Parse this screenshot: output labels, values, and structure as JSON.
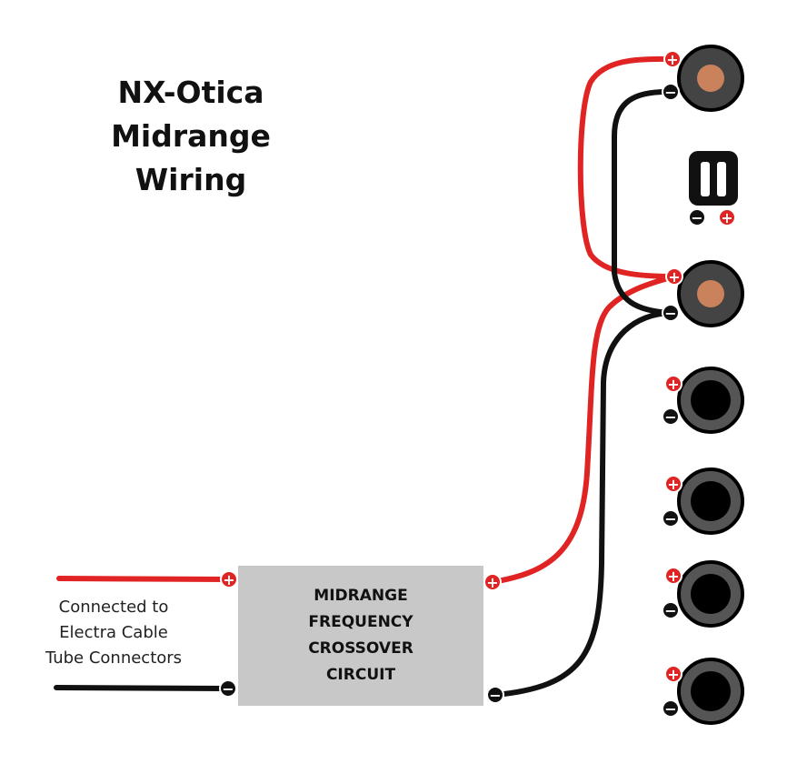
{
  "title": [
    "NX-Otica",
    "Midrange",
    "Wiring"
  ],
  "input_note": [
    "Connected to",
    "Electra Cable",
    "Tube Connectors"
  ],
  "crossover": [
    "MIDRANGE",
    "FREQUENCY",
    "CROSSOVER",
    "CIRCUIT"
  ],
  "polarity": {
    "positive": "+",
    "negative": "−"
  },
  "colors": {
    "positive_wire": "#e02323",
    "negative_wire": "#111111",
    "crossover_box": "#c8c8c8",
    "driver_copper": "#c9825c",
    "driver_ring": "#555555",
    "driver_center": "#000000"
  },
  "tweeter_icon": "tweeter-icon",
  "drivers": [
    {
      "type": "midrange",
      "wired": true
    },
    {
      "type": "midrange",
      "wired": true
    },
    {
      "type": "woofer",
      "wired": false
    },
    {
      "type": "woofer",
      "wired": false
    },
    {
      "type": "woofer",
      "wired": false
    },
    {
      "type": "woofer",
      "wired": false
    }
  ]
}
